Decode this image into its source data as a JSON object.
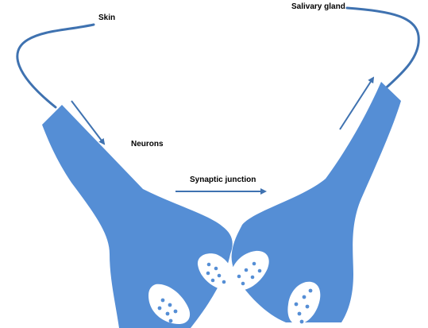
{
  "labels": {
    "skin": "Skin",
    "salivary_gland": "Salivary gland",
    "neurons": "Neurons",
    "synaptic_junction": "Synaptic junction"
  },
  "colors": {
    "neuron_fill": "#558ed5",
    "stroke": "#3f72b0",
    "vesicle_fill": "#ffffff",
    "vesicle_dot": "#558ed5"
  }
}
